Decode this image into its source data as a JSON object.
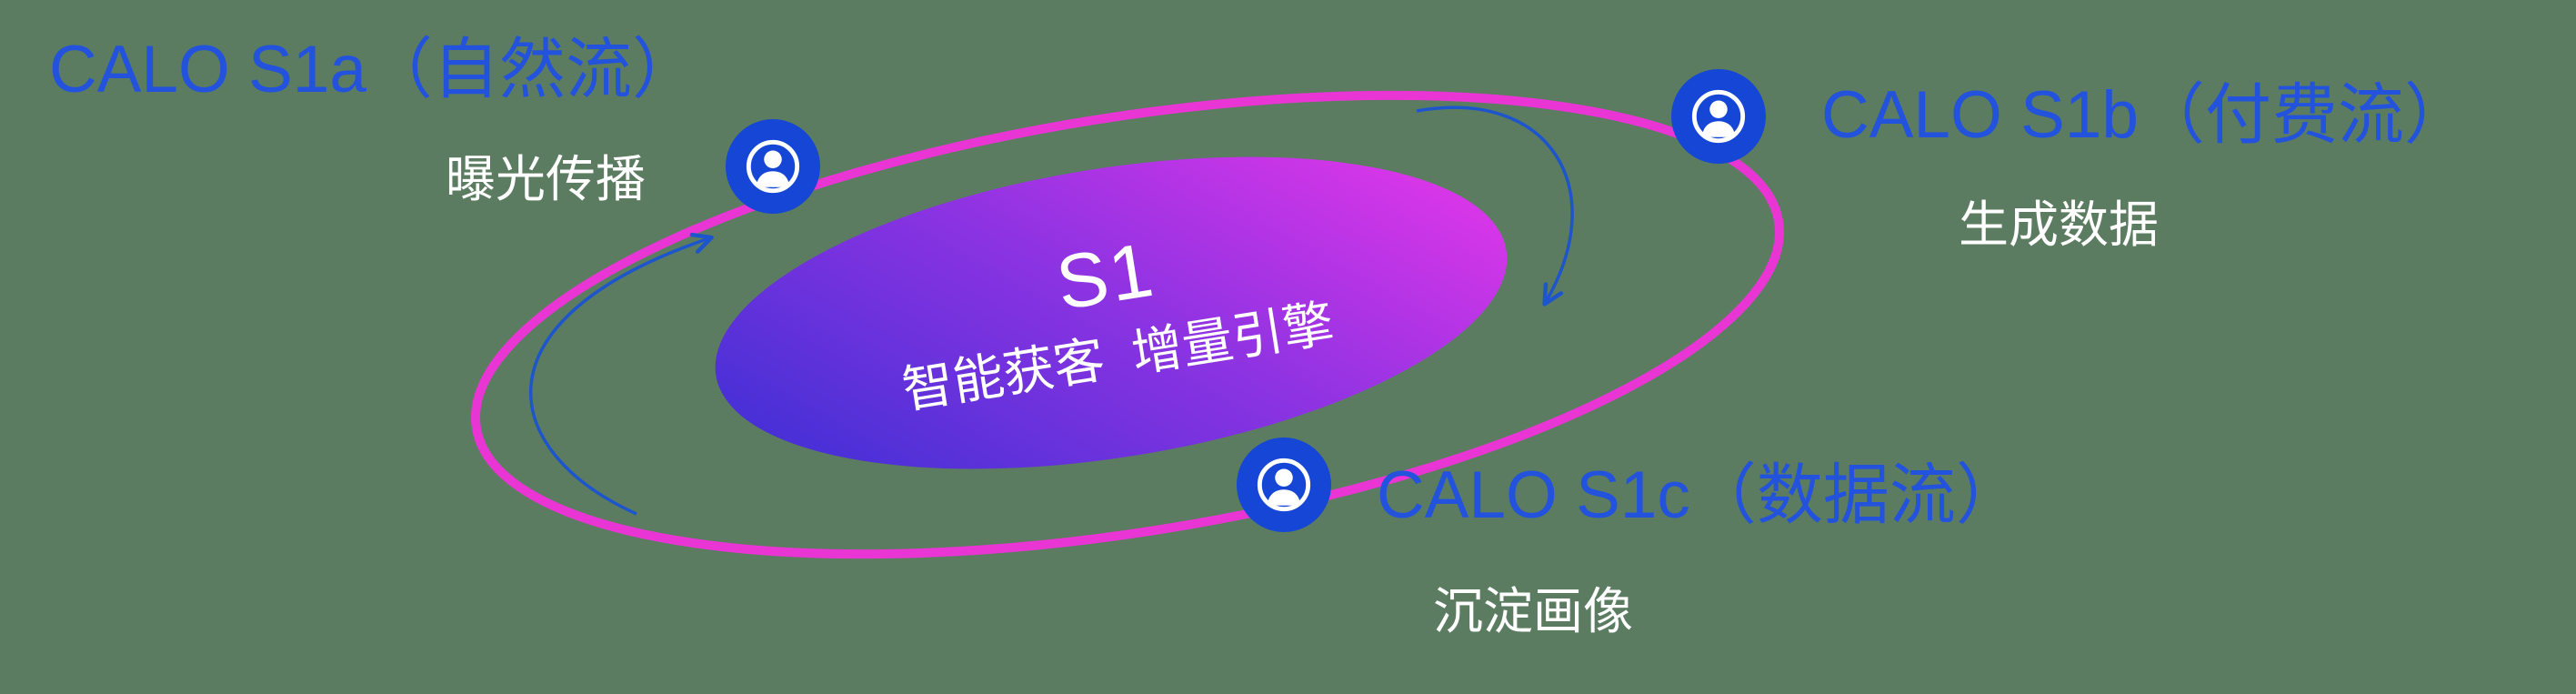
{
  "diagram": {
    "core": {
      "title": "S1",
      "subtitle": "智能获客  增量引擎"
    },
    "nodes": [
      {
        "id": "s1a",
        "title": "CALO S1a（自然流）",
        "subtitle": "曝光传播"
      },
      {
        "id": "s1b",
        "title": "CALO S1b（付费流）",
        "subtitle": "生成数据"
      },
      {
        "id": "s1c",
        "title": "CALO S1c（数据流）",
        "subtitle": "沉淀画像"
      }
    ],
    "icons": [
      {
        "name": "user-icon"
      },
      {
        "name": "user-icon"
      },
      {
        "name": "user-icon"
      }
    ],
    "colors": {
      "background": "#5b7c60",
      "orbit_ring": "#ea35d5",
      "label_blue": "#2353dd",
      "icon_blue": "#1546d6",
      "arrow_blue": "#1c55cc",
      "core_gradient_start": "#4130d5",
      "core_gradient_end": "#d836e8",
      "text_white": "#ffffff"
    }
  }
}
